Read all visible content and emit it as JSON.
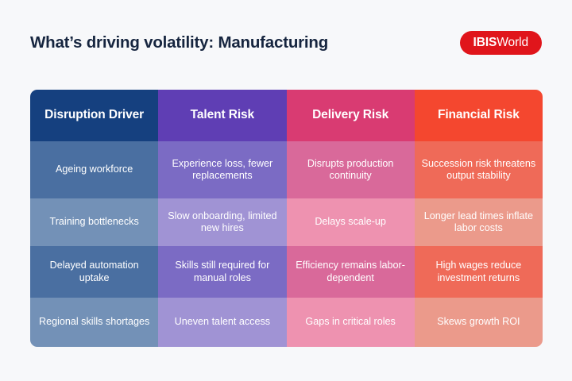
{
  "header": {
    "title": "What’s driving volatility: Manufacturing",
    "logo": {
      "part_bold": "IBIS",
      "part_regular": "World",
      "background_color": "#e0151b"
    }
  },
  "table": {
    "columns": [
      {
        "label": "Disruption Driver",
        "header_color": "#15407f",
        "odd_color": "#4a6fa1",
        "even_color": "#7391b7"
      },
      {
        "label": "Talent Risk",
        "header_color": "#5f3eb4",
        "odd_color": "#7b6bc4",
        "even_color": "#a093d4"
      },
      {
        "label": "Delivery Risk",
        "header_color": "#d93b72",
        "odd_color": "#d9699a",
        "even_color": "#ee92b0"
      },
      {
        "label": "Financial Risk",
        "header_color": "#f4472f",
        "odd_color": "#ef6a58",
        "even_color": "#eb9a8b"
      }
    ],
    "rows": [
      [
        "Ageing workforce",
        "Experience loss, fewer replacements",
        "Disrupts production continuity",
        "Succession risk threatens output stability"
      ],
      [
        "Training bottlenecks",
        "Slow onboarding, limited new hires",
        "Delays scale-up",
        "Longer lead times inflate labor costs"
      ],
      [
        "Delayed automation uptake",
        "Skills still required for manual roles",
        "Efficiency remains labor-dependent",
        "High wages reduce investment returns"
      ],
      [
        "Regional skills shortages",
        "Uneven talent access",
        "Gaps in critical roles",
        "Skews growth ROI"
      ]
    ]
  },
  "theme": {
    "background_color": "#f7f8fa",
    "title_color": "#16253f"
  }
}
